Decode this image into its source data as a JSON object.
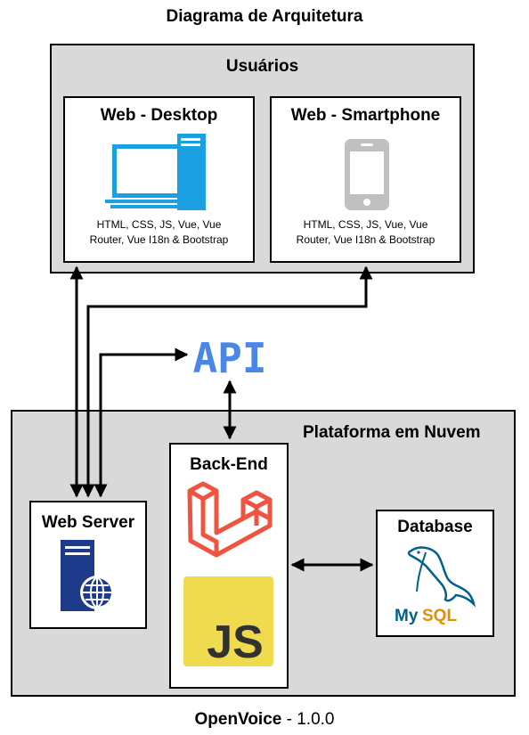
{
  "title": "Diagrama de Arquitetura",
  "users_group": {
    "title": "Usuários",
    "desktop": {
      "title": "Web - Desktop",
      "tech_line1": "HTML, CSS, JS, Vue, Vue",
      "tech_line2": "Router, Vue I18n & Bootstrap"
    },
    "smartphone": {
      "title": "Web - Smartphone",
      "tech_line1": "HTML, CSS, JS, Vue, Vue",
      "tech_line2": "Router, Vue I18n & Bootstrap"
    }
  },
  "api_label": "API",
  "cloud_group": {
    "title": "Plataforma em Nuvem",
    "web_server": {
      "title": "Web Server"
    },
    "backend": {
      "title": "Back-End",
      "js_badge": "JS"
    },
    "database": {
      "title": "Database",
      "mysql_label_a": "My",
      "mysql_label_b": "SQL"
    }
  },
  "footer": {
    "name": "OpenVoice",
    "version": " - 1.0.0"
  },
  "colors": {
    "group_fill": "#d9d9d9",
    "desktop_icon": "#1ba1e2",
    "phone_icon": "#c0c0c0",
    "api_text": "#4a86e8",
    "laravel_red": "#f05340",
    "js_yellow": "#f0db4f",
    "server_blue": "#1e3a8a",
    "mysql_blue": "#00618a",
    "mysql_orange": "#e48e00"
  }
}
